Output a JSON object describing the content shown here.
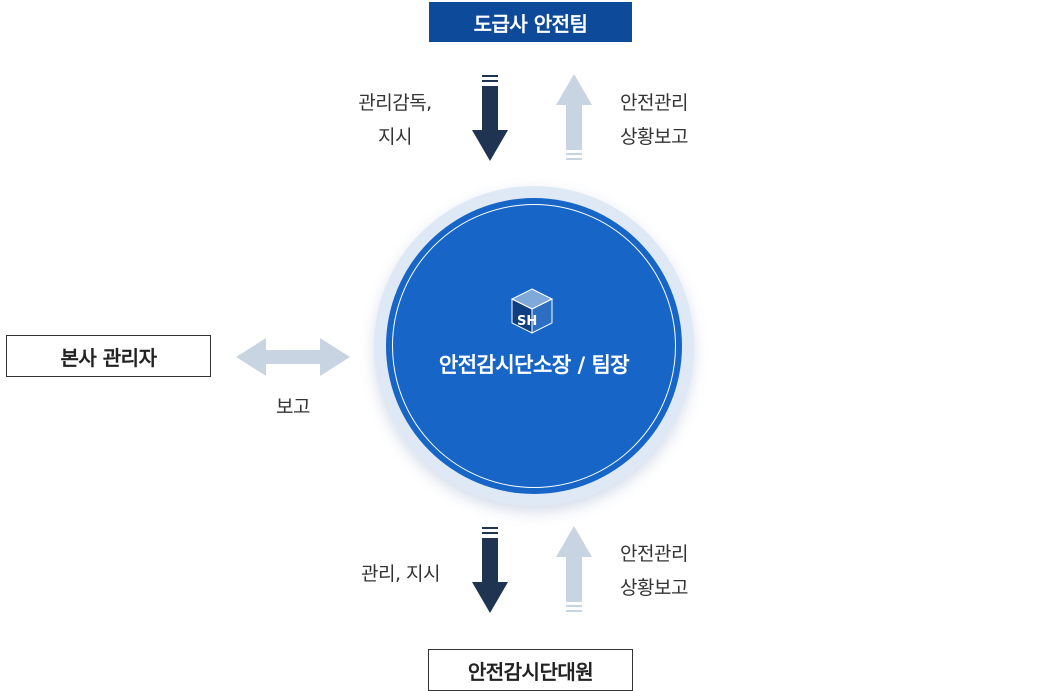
{
  "nodes": {
    "top": "도급사 안전팀",
    "left": "본사 관리자",
    "bottom": "안전감시단대원",
    "center": "안전감시단소장 / 팀장"
  },
  "logo": {
    "text": "SH"
  },
  "labels": {
    "top_down_line1": "관리감독,",
    "top_down_line2": "지시",
    "top_up_line1": "안전관리",
    "top_up_line2": "상황보고",
    "left_report": "보고",
    "bottom_down": "관리, 지시",
    "bottom_up_line1": "안전관리",
    "bottom_up_line2": "상황보고"
  },
  "colors": {
    "top_box": "#0d4a9a",
    "circle": "#1665c7",
    "circle_halo": "#dfe9f6",
    "dark_arrow": "#1f3450",
    "light_arrow": "#c9d4e2"
  }
}
